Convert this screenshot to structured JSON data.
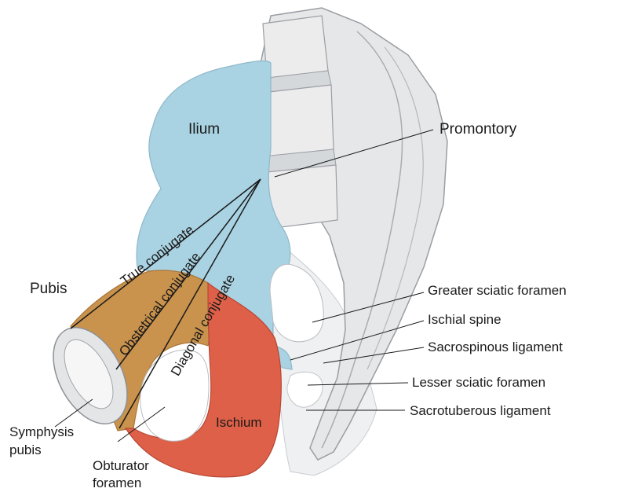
{
  "diagram": {
    "labels": {
      "ilium": "Ilium",
      "promontory": "Promontory",
      "pubis": "Pubis",
      "true_conjugate": "True conjugate",
      "obstetrical_conjugate": "Obstetrical conjugate",
      "diagonal_conjugate": "Diagonal conjugate",
      "greater_sciatic_foramen": "Greater sciatic foramen",
      "ischial_spine": "Ischial spine",
      "sacrospinous_ligament": "Sacrospinous ligament",
      "lesser_sciatic_foramen": "Lesser sciatic foramen",
      "sacrotuberous_ligament": "Sacrotuberous ligament",
      "ischium": "Ischium",
      "symphysis_pubis_line1": "Symphysis",
      "symphysis_pubis_line2": "pubis",
      "obturator_foramen_line1": "Obturator",
      "obturator_foramen_line2": "foramen"
    },
    "colors": {
      "ilium": "#a9d3e3",
      "pubis": "#c9924d",
      "ischium": "#de6048",
      "bone": "#e6e7e8",
      "bone_outline": "#9a9ea3",
      "leader_line": "#1a1a1a"
    }
  }
}
